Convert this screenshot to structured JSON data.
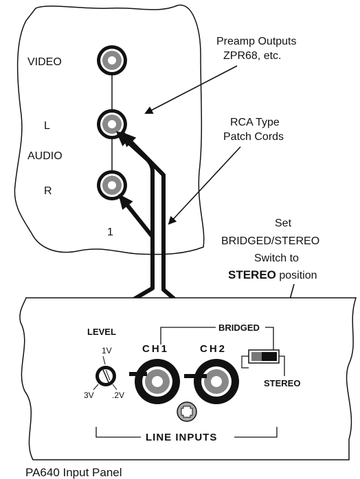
{
  "preamp": {
    "video_label": "VIDEO",
    "left_label": "L",
    "audio_label": "AUDIO",
    "right_label": "R",
    "number_label": "1"
  },
  "callouts": {
    "preamp_outputs_line1": "Preamp Outputs",
    "preamp_outputs_line2": "ZPR68, etc.",
    "rca_line1": "RCA Type",
    "rca_line2": "Patch Cords",
    "set_line1": "Set",
    "set_line2": "BRIDGED/STEREO",
    "set_line3": "Switch  to",
    "set_line4_bold": "STEREO",
    "set_line4_rest": " position"
  },
  "panel": {
    "level_label": "LEVEL",
    "level_1v": "1V",
    "level_3v": "3V",
    "level_2v": ".2V",
    "ch1_label": "CH1",
    "ch2_label": "CH2",
    "bridged_label": "BRIDGED",
    "stereo_label": "STEREO",
    "line_inputs_label": "LINE INPUTS"
  },
  "caption": "PA640 Input Panel"
}
